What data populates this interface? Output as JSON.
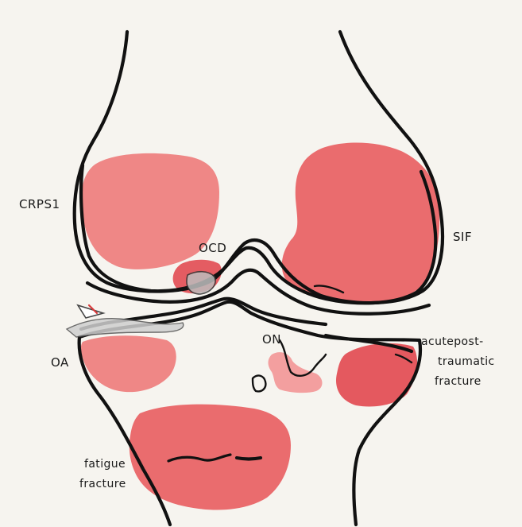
{
  "labels": {
    "crps1": "CRPS1",
    "ocd": "OCD",
    "sif": "SIF",
    "oa": "OA",
    "on": "ON",
    "acute_line1": "acutepost-",
    "acute_line2": "traumatic",
    "acute_line3": "fracture",
    "fatigue_line1": "fatigue",
    "fatigue_line2": "fracture"
  },
  "colors": {
    "background": "#f6f4ef",
    "outline": "#111111",
    "lesion_light": "#ee7d7d",
    "lesion_medium": "#e85f63",
    "lesion_dark": "#e24b52",
    "lesion_pale": "#f29a9a",
    "cartilage_gray": "#bdbdbd"
  }
}
